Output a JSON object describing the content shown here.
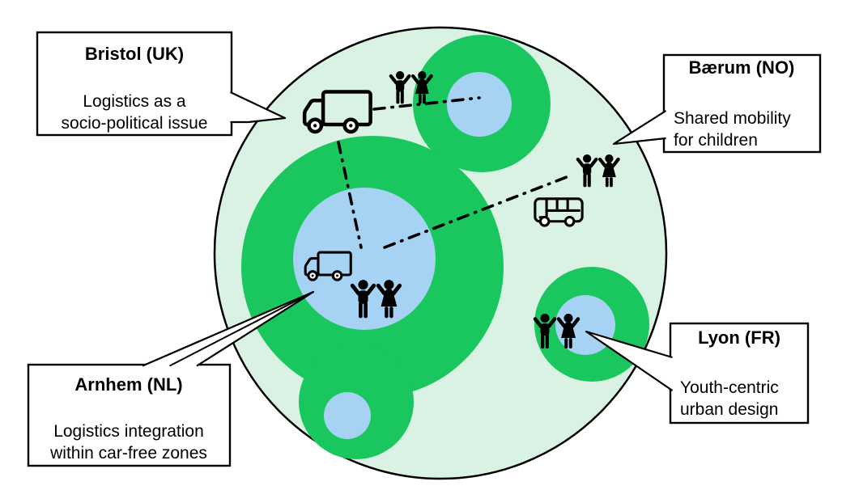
{
  "diagram": {
    "description": "Nested-circles city zones diagram with icon annotations",
    "colors": {
      "background": "#ffffff",
      "outer_region_fill": "#d9f2e3",
      "green_zone_fill": "#1ac75e",
      "blue_core_fill": "#a6d3f4",
      "outline": "#000000",
      "callout_fill": "#ffffff"
    },
    "callouts": {
      "bristol": {
        "title": "Bristol (UK)",
        "body_lines": [
          "Logistics as a",
          "socio-political issue"
        ]
      },
      "baerum": {
        "title": "Bærum (NO)",
        "body_lines": [
          "Shared mobility",
          "for children"
        ]
      },
      "arnhem": {
        "title": "Arnhem (NL)",
        "body_lines": [
          "Logistics integration",
          "within car-free zones"
        ]
      },
      "lyon": {
        "title": "Lyon (FR)",
        "body_lines": [
          "Youth-centric",
          "urban design"
        ]
      }
    },
    "icons": {
      "truck": "delivery-truck-icon",
      "bus": "city-bus-icon",
      "children": "children-pair-icon"
    }
  }
}
